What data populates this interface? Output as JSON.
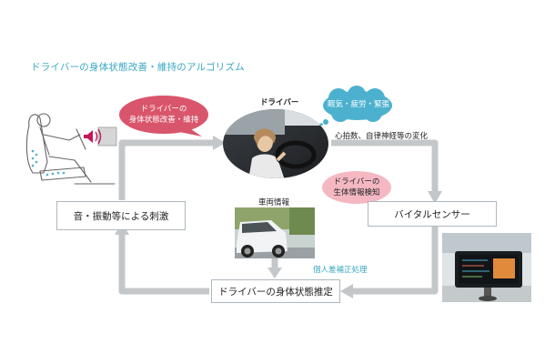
{
  "title": "ドライバーの身体状態改善・維持のアルゴリズム",
  "bubble_improve": [
    "ドライバーの",
    "身体状態改善・維持"
  ],
  "bubble_states": "眠気・疲労・緊張",
  "bubble_detect": [
    "ドライバーの",
    "生体情報検知"
  ],
  "driver_label": "ドライバー",
  "vital_change_label": "心拍数、自律神経等の変化",
  "vehicle_info_label": "車両情報",
  "correction_label": "個人差補正処理",
  "box_stimulus": "音・振動等による刺激",
  "box_vital_sensor": "バイタルセンサー",
  "box_estimation": "ドライバーの身体状態推定",
  "colors": {
    "title": "#3aa7c3",
    "bubble_pink": "#d9556b",
    "bubble_blue": "#4cb1cf",
    "bubble_light_pink": "#f5b8c3",
    "arrow": "#c4c7ca"
  }
}
